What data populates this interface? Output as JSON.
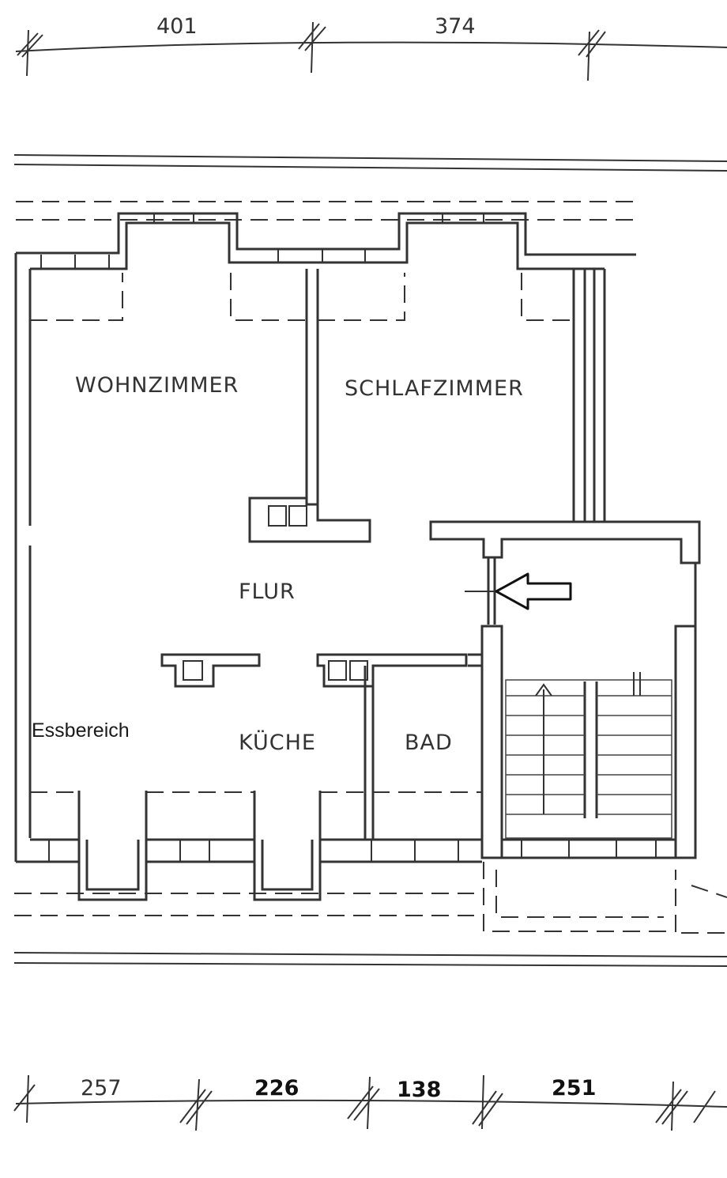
{
  "dimensions": {
    "top": [
      "401",
      "374"
    ],
    "bottom": [
      "257",
      "226",
      "138",
      "251"
    ]
  },
  "rooms": {
    "wohnzimmer": "WOHNZIMMER",
    "schlafzimmer": "SCHLAFZIMMER",
    "flur": "FLUR",
    "kueche": "KÜCHE",
    "bad": "BAD"
  },
  "annotations": {
    "essbereich": "Essbereich"
  },
  "colors": {
    "line": "#333333",
    "background": "#ffffff"
  },
  "icons": {
    "entrance": "arrow-left-icon"
  }
}
